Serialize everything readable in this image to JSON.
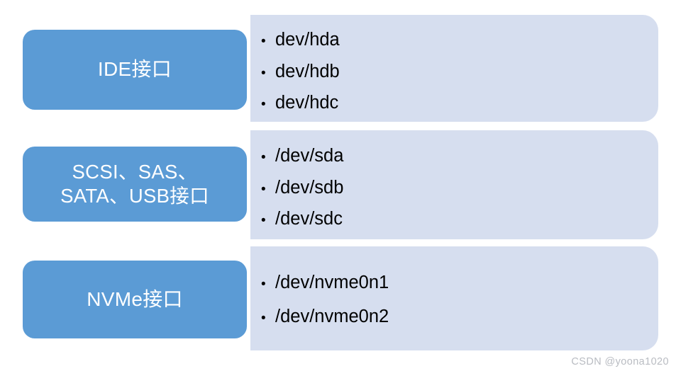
{
  "slide": {
    "background_color": "#FFFFFF",
    "accent_blue": "#5B9BD5",
    "panel_blue": "#D6DEEF",
    "label_text_color": "#FFFFFF",
    "list_text_color": "#000000",
    "bullet_glyph": "•"
  },
  "rows": [
    {
      "label": "IDE接口",
      "items": [
        "dev/hda",
        "dev/hdb",
        "dev/hdc"
      ]
    },
    {
      "label": "SCSI、SAS、\nSATA、USB接口",
      "label_line1": "SCSI、SAS、",
      "label_line2": "SATA、USB接口",
      "items": [
        "/dev/sda",
        "/dev/sdb",
        "/dev/sdc"
      ]
    },
    {
      "label": "NVMe接口",
      "items": [
        "/dev/nvme0n1",
        "/dev/nvme0n2"
      ]
    }
  ],
  "watermark": {
    "text": "CSDN @yoona1020",
    "color": "#B9BCC2"
  }
}
